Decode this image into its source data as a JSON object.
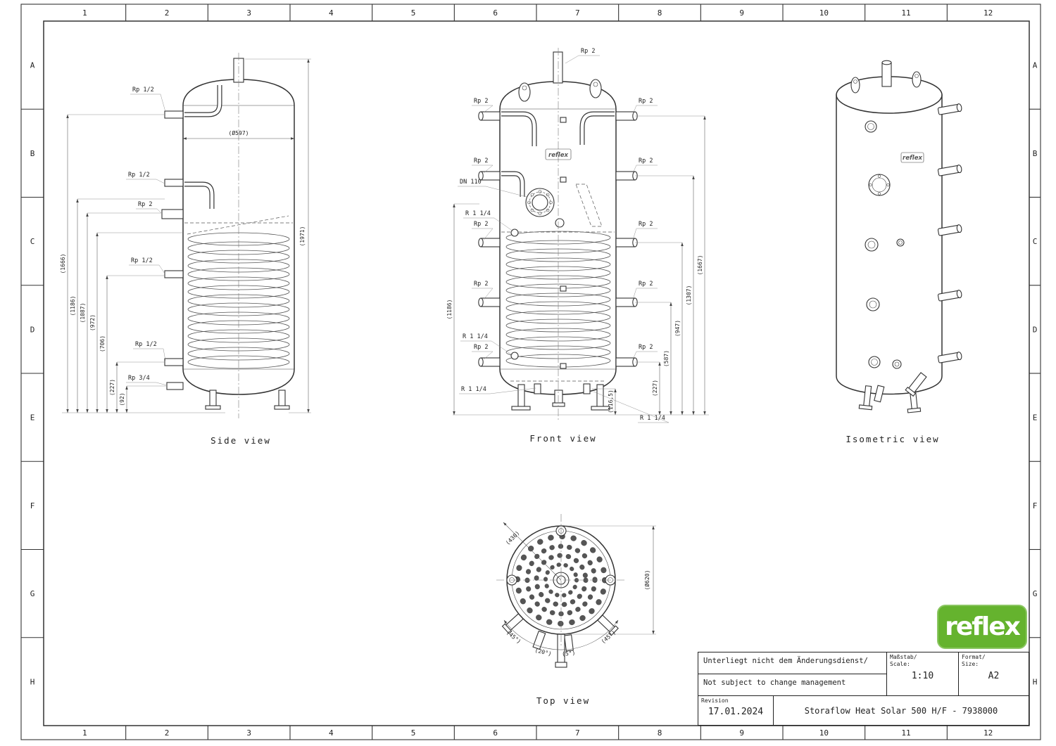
{
  "border": {
    "cols": [
      "1",
      "2",
      "3",
      "4",
      "5",
      "6",
      "7",
      "8",
      "9",
      "10",
      "11",
      "12"
    ],
    "rows": [
      "A",
      "B",
      "C",
      "D",
      "E",
      "F",
      "G",
      "H"
    ]
  },
  "side": {
    "caption": "Side view",
    "ports": [
      "Rp 1/2",
      "Rp 1/2",
      "Rp 2",
      "Rp 1/2",
      "Rp 1/2",
      "Rp 3/4"
    ],
    "dims": [
      "(Ø597)",
      "(1971)",
      "(1666)",
      "(1186)",
      "(1087)",
      "(972)",
      "(706)",
      "(227)",
      "(92)"
    ]
  },
  "front": {
    "caption": "Front view",
    "logo": "reflex",
    "top_port": "Rp 2",
    "left_labels": [
      "Rp 2",
      "Rp 2",
      "DN 110",
      "R 1 1/4",
      "Rp 2",
      "Rp 2",
      "R 1 1/4",
      "Rp 2",
      "R 1 1/4"
    ],
    "right_labels": [
      "Rp 2",
      "Rp 2",
      "Rp 2",
      "Rp 2",
      "Rp 2",
      "R 1 1/4"
    ],
    "right_dims": [
      "(1667)",
      "(1307)",
      "(947)",
      "(587)",
      "(227)",
      "(116,5)"
    ],
    "left_dim": "(1186)"
  },
  "iso": {
    "caption": "Isometric view",
    "logo": "reflex"
  },
  "top": {
    "caption": "Top view",
    "dims": [
      "(430)",
      "(Ø620)",
      "(45°)",
      "(20°)",
      "(5°)",
      "(45°)"
    ]
  },
  "titleblock": {
    "note1": "Unterliegt nicht dem Änderungsdienst/",
    "note2": "Not subject to change management",
    "revision_label": "Revision",
    "revision_date": "17.01.2024",
    "scale_label1": "Maßstab/",
    "scale_label2": "Scale:",
    "scale_value": "1:10",
    "format_label1": "Format/",
    "format_label2": "Size:",
    "format_value": "A2",
    "title": "Storaflow Heat Solar 500 H/F - 7938000"
  },
  "logo": {
    "text": "reflex",
    "green": "#65b32e"
  }
}
